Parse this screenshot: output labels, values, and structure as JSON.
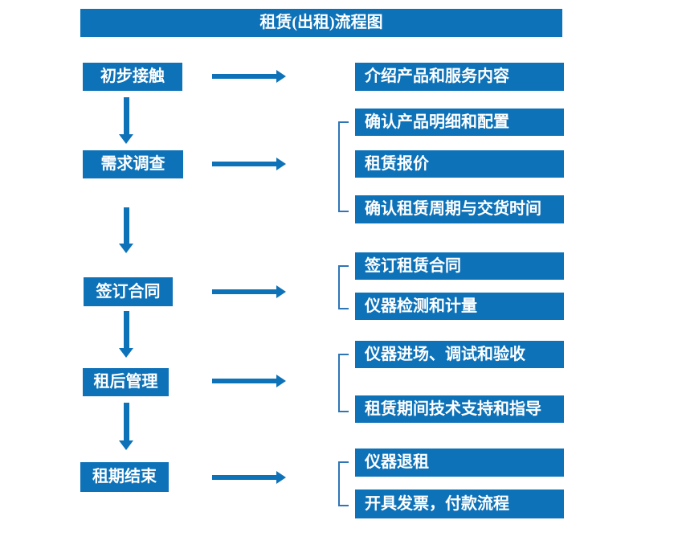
{
  "title": "租赁(出租)流程图",
  "colors": {
    "primary": "#0e72b8",
    "bracket": "#2e75b6",
    "box_text": "#ffffff",
    "background": "#ffffff"
  },
  "flow": {
    "steps": [
      {
        "label": "初步接触",
        "details": [
          "介绍产品和服务内容"
        ]
      },
      {
        "label": "需求调查",
        "details": [
          "确认产品明细和配置",
          "租赁报价",
          "确认租赁周期与交货时间"
        ]
      },
      {
        "label": "签订合同",
        "details": [
          "签订租赁合同",
          "仪器检测和计量"
        ]
      },
      {
        "label": "租后管理",
        "details": [
          "仪器进场、调试和验收",
          "租赁期间技术支持和指导"
        ]
      },
      {
        "label": "租期结束",
        "details": [
          "仪器退租",
          "开具发票，付款流程"
        ]
      }
    ]
  }
}
